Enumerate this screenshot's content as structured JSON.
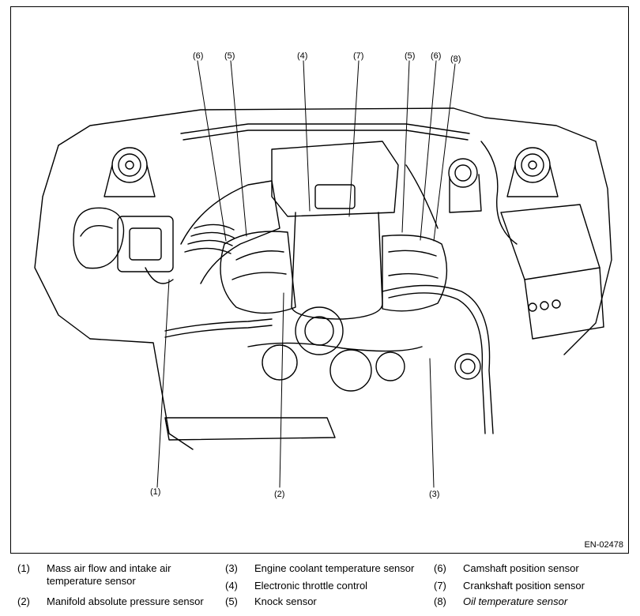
{
  "figure": {
    "code": "EN-02478",
    "callouts": {
      "c6a": "(6)",
      "c5a": "(5)",
      "c4": "(4)",
      "c7": "(7)",
      "c5b": "(5)",
      "c6b": "(6)",
      "c8": "(8)",
      "c1": "(1)",
      "c2": "(2)",
      "c3": "(3)"
    }
  },
  "legend": [
    {
      "num": "(1)",
      "text": "Mass air flow and intake air temperature sensor"
    },
    {
      "num": "(2)",
      "text": "Manifold absolute pressure sensor"
    },
    {
      "num": "(3)",
      "text": "Engine coolant temperature sensor"
    },
    {
      "num": "(4)",
      "text": "Electronic throttle control"
    },
    {
      "num": "(5)",
      "text": "Knock sensor"
    },
    {
      "num": "(6)",
      "text": "Camshaft position sensor"
    },
    {
      "num": "(7)",
      "text": "Crankshaft position sensor"
    },
    {
      "num": "(8)",
      "text": "Oil temperature sensor"
    }
  ]
}
